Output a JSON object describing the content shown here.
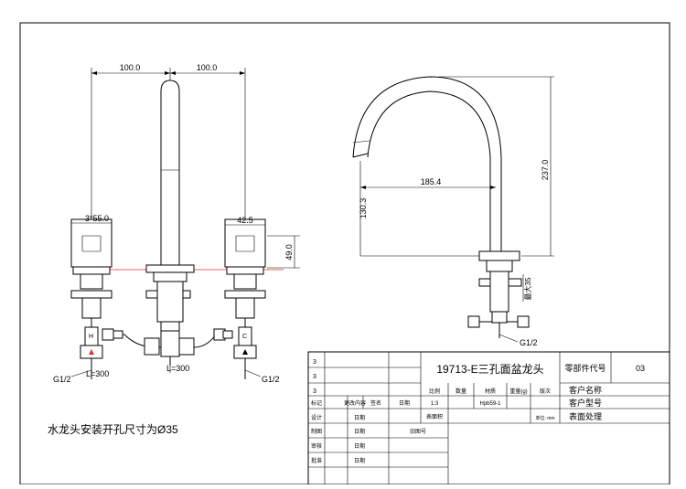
{
  "dimensions": {
    "spread_left": "100.0",
    "spread_right": "100.0",
    "handle_width": "3*55.0",
    "handle_depth": "42.5",
    "handle_height": "49.0",
    "hose_left": "L=300",
    "hose_middle": "L=300",
    "thread_left": "G1/2",
    "thread_right": "G1/2",
    "spout_height": "237.0",
    "spout_reach": "185.4",
    "outlet_height": "130.3",
    "deck_max": "最大35",
    "side_thread": "G1/2"
  },
  "note": "水龙头安装开孔尺寸为Ø35",
  "valve_marks": {
    "hot": "H",
    "cold": "C"
  },
  "title_block": {
    "product_title": "19713-E三孔面盆龙头",
    "part_code_label": "零部件代号",
    "part_code_value": "03",
    "customer_name_label": "客户名称",
    "customer_model_label": "客户型号",
    "surface_label": "表面处理",
    "rev_rows": [
      "3",
      "3",
      "3"
    ],
    "header_row": [
      "比例",
      "数量",
      "材质",
      "重量(g)",
      "版次"
    ],
    "value_row": [
      "1:3",
      "Hpb59-1"
    ],
    "mark_row": [
      "标记",
      "更改内容",
      "签名",
      "日期"
    ],
    "tolerance_label": "表面积",
    "unit_label": "单位: mm",
    "drawing_no_label": "旧图号",
    "sign_rows": [
      {
        "role": "设计",
        "date": "日期"
      },
      {
        "role": "制图",
        "date": "日期"
      },
      {
        "role": "审核",
        "date": "日期"
      },
      {
        "role": "批准",
        "date": "日期"
      }
    ]
  }
}
